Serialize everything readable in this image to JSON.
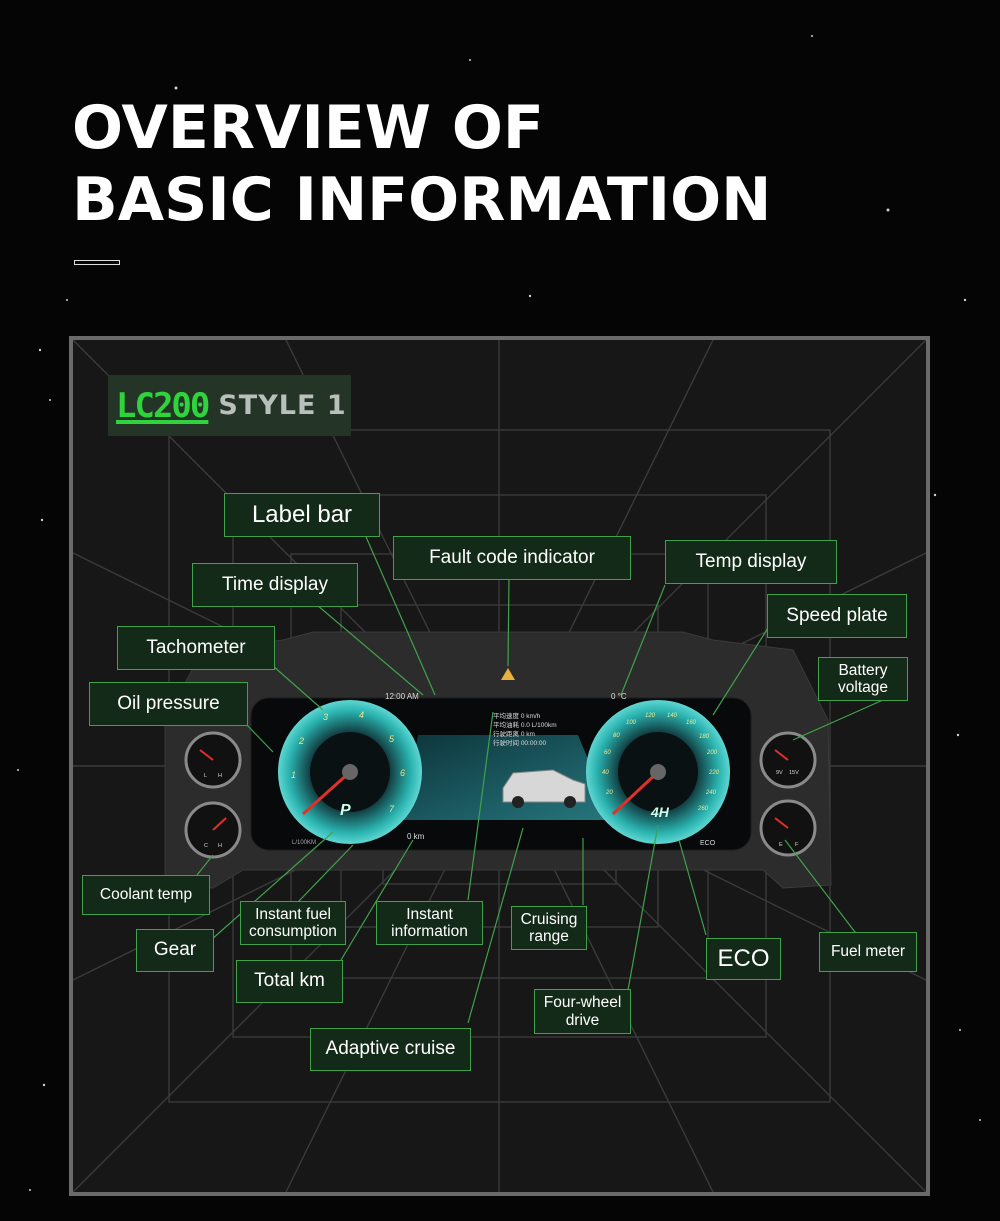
{
  "headline": {
    "line1": "OVERVIEW OF",
    "line2": "BASIC INFORMATION"
  },
  "badge": {
    "model": "LC200",
    "style": "STYLE 1"
  },
  "colors": {
    "accent_green": "#3fa24a",
    "gauge_teal": "#2ab3b0",
    "needle_red": "#e0302a"
  },
  "callouts": {
    "label_bar": "Label bar",
    "fault_code_indicator": "Fault code indicator",
    "temp_display": "Temp display",
    "time_display": "Time display",
    "speed_plate": "Speed plate",
    "tachometer": "Tachometer",
    "battery_voltage": "Battery voltage",
    "oil_pressure": "Oil pressure",
    "coolant_temp": "Coolant temp",
    "gear": "Gear",
    "instant_fuel_consumption": "Instant fuel consumption",
    "instant_information": "Instant information",
    "cruising_range": "Cruising range",
    "eco": "ECO",
    "fuel_meter": "Fuel meter",
    "total_km": "Total km",
    "four_wheel_drive": "Four-wheel drive",
    "adaptive_cruise": "Adaptive cruise"
  },
  "cluster": {
    "clock": "12:00",
    "clock_ampm": "AM",
    "outside_temp": "0 °C",
    "odometer": "0 km",
    "fuel_consumption_unit": "L/100KM",
    "gear": "P",
    "drive_mode": "4H",
    "eco": "ECO",
    "trip_labels": [
      "平均速度",
      "平均油耗",
      "行驶距离",
      "行驶时间"
    ],
    "trip_values": [
      "0",
      "0.0",
      "0",
      "00:00:00"
    ],
    "trip_units": [
      "km/h",
      "L/100km",
      "km",
      ""
    ],
    "tach_ticks": [
      "1",
      "2",
      "3",
      "4",
      "5",
      "6",
      "7"
    ],
    "speed_ticks": [
      "20",
      "40",
      "60",
      "80",
      "100",
      "120",
      "140",
      "160",
      "180",
      "200",
      "220",
      "240",
      "260"
    ],
    "battery_ticks": [
      "9V",
      "15V"
    ],
    "oil_ticks": [
      "L",
      "H"
    ],
    "coolant_ticks": [
      "C",
      "H"
    ],
    "fuel_ticks": [
      "E",
      "F"
    ]
  }
}
